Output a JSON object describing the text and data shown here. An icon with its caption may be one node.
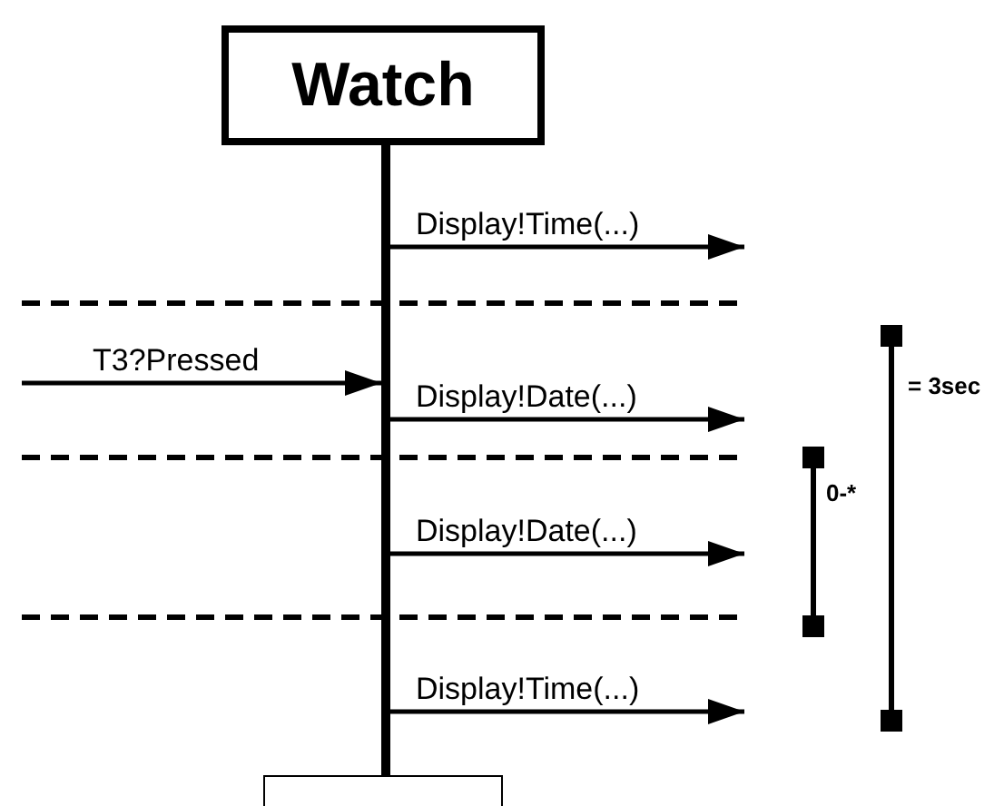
{
  "diagram": {
    "nodes": [
      {
        "text": [
          "Watch"
        ]
      },
      {
        "text": [],
        "shape": "bar"
      },
      {
        "text": [],
        "shape": "box"
      }
    ],
    "edges": [
      {
        "from": 1,
        "to": null,
        "arrow": "to",
        "label": "Display!Time(...)"
      },
      {
        "from": null,
        "to": 1,
        "arrow": "to",
        "label": "T3?Pressed"
      },
      {
        "from": 1,
        "to": null,
        "arrow": "to",
        "label": "Display!Date(...)"
      },
      {
        "from": 1,
        "to": null,
        "arrow": "to",
        "label": "Display!Date(...)"
      },
      {
        "from": 1,
        "to": null,
        "arrow": "to",
        "label": "Display!Time(...)"
      }
    ],
    "labels": [
      "= 3sec",
      "0-*"
    ]
  }
}
